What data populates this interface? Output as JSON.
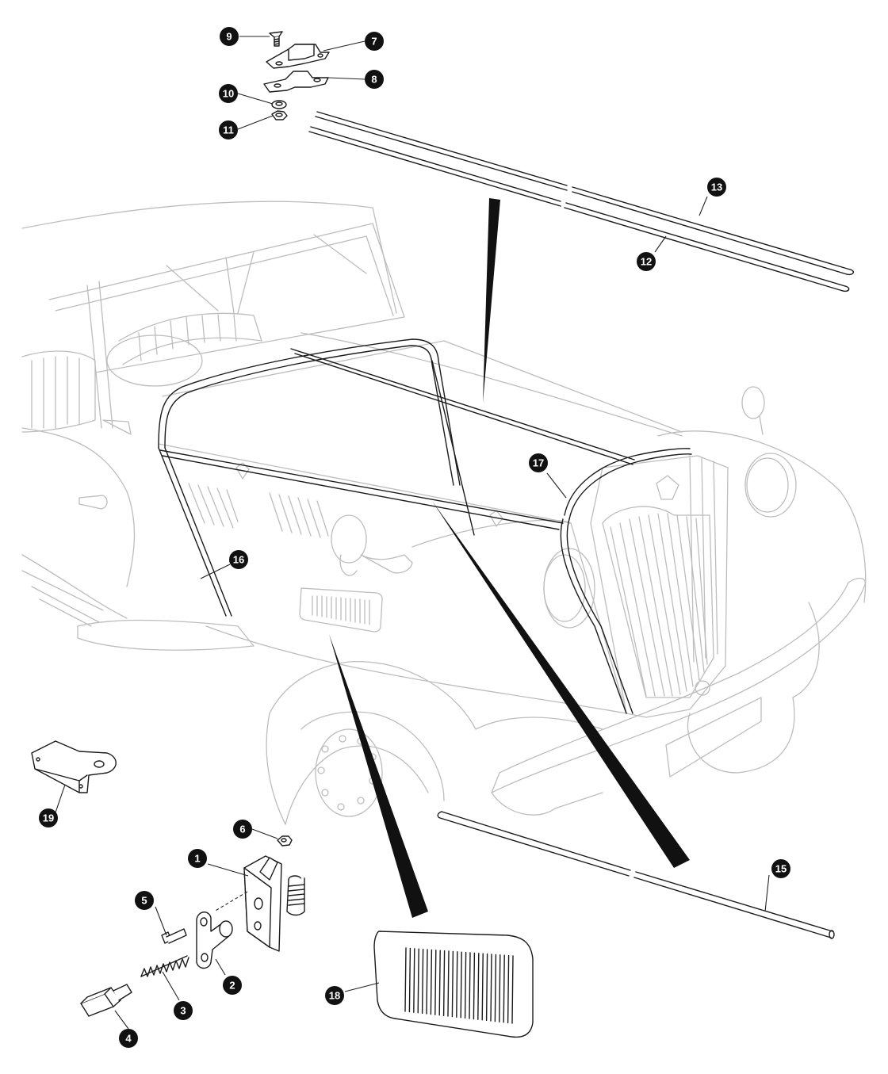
{
  "callouts": [
    {
      "id": "callout-1",
      "label": "1"
    },
    {
      "id": "callout-2",
      "label": "2"
    },
    {
      "id": "callout-3",
      "label": "3"
    },
    {
      "id": "callout-4",
      "label": "4"
    },
    {
      "id": "callout-5",
      "label": "5"
    },
    {
      "id": "callout-6",
      "label": "6"
    },
    {
      "id": "callout-7",
      "label": "7"
    },
    {
      "id": "callout-8",
      "label": "8"
    },
    {
      "id": "callout-9",
      "label": "9"
    },
    {
      "id": "callout-10",
      "label": "10"
    },
    {
      "id": "callout-11",
      "label": "11"
    },
    {
      "id": "callout-12",
      "label": "12"
    },
    {
      "id": "callout-13",
      "label": "13"
    },
    {
      "id": "callout-15",
      "label": "15"
    },
    {
      "id": "callout-16",
      "label": "16"
    },
    {
      "id": "callout-17",
      "label": "17"
    },
    {
      "id": "callout-18",
      "label": "18"
    },
    {
      "id": "callout-19",
      "label": "19"
    }
  ],
  "colors": {
    "part_line": "#1a1a1a",
    "car_line": "#bdbdbd",
    "badge": "#111111",
    "background": "#ffffff"
  }
}
